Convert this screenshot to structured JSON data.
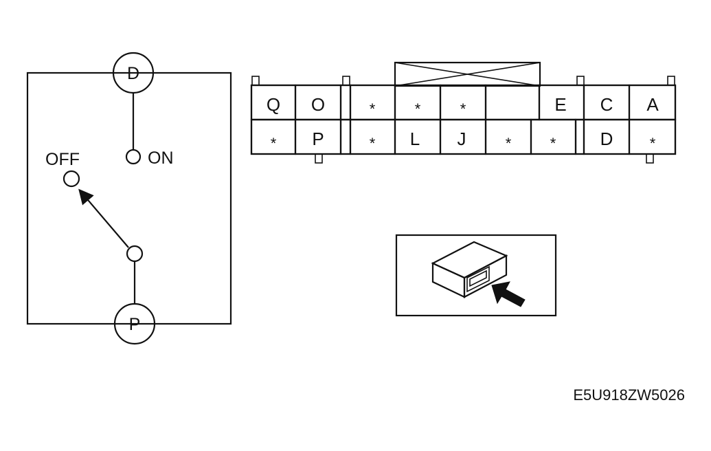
{
  "switch_diagram": {
    "terminal_top": "D",
    "terminal_bottom": "P",
    "contact_on": "ON",
    "contact_off": "OFF"
  },
  "connector": {
    "top_row": [
      "Q",
      "O",
      "",
      "*",
      "*",
      "*",
      "",
      "E",
      "C",
      "A"
    ],
    "bottom_row": [
      "*",
      "P",
      "",
      "*",
      "L",
      "J",
      "*",
      "*",
      "",
      "D",
      "*"
    ]
  },
  "figure_code": "E5U918ZW5026"
}
